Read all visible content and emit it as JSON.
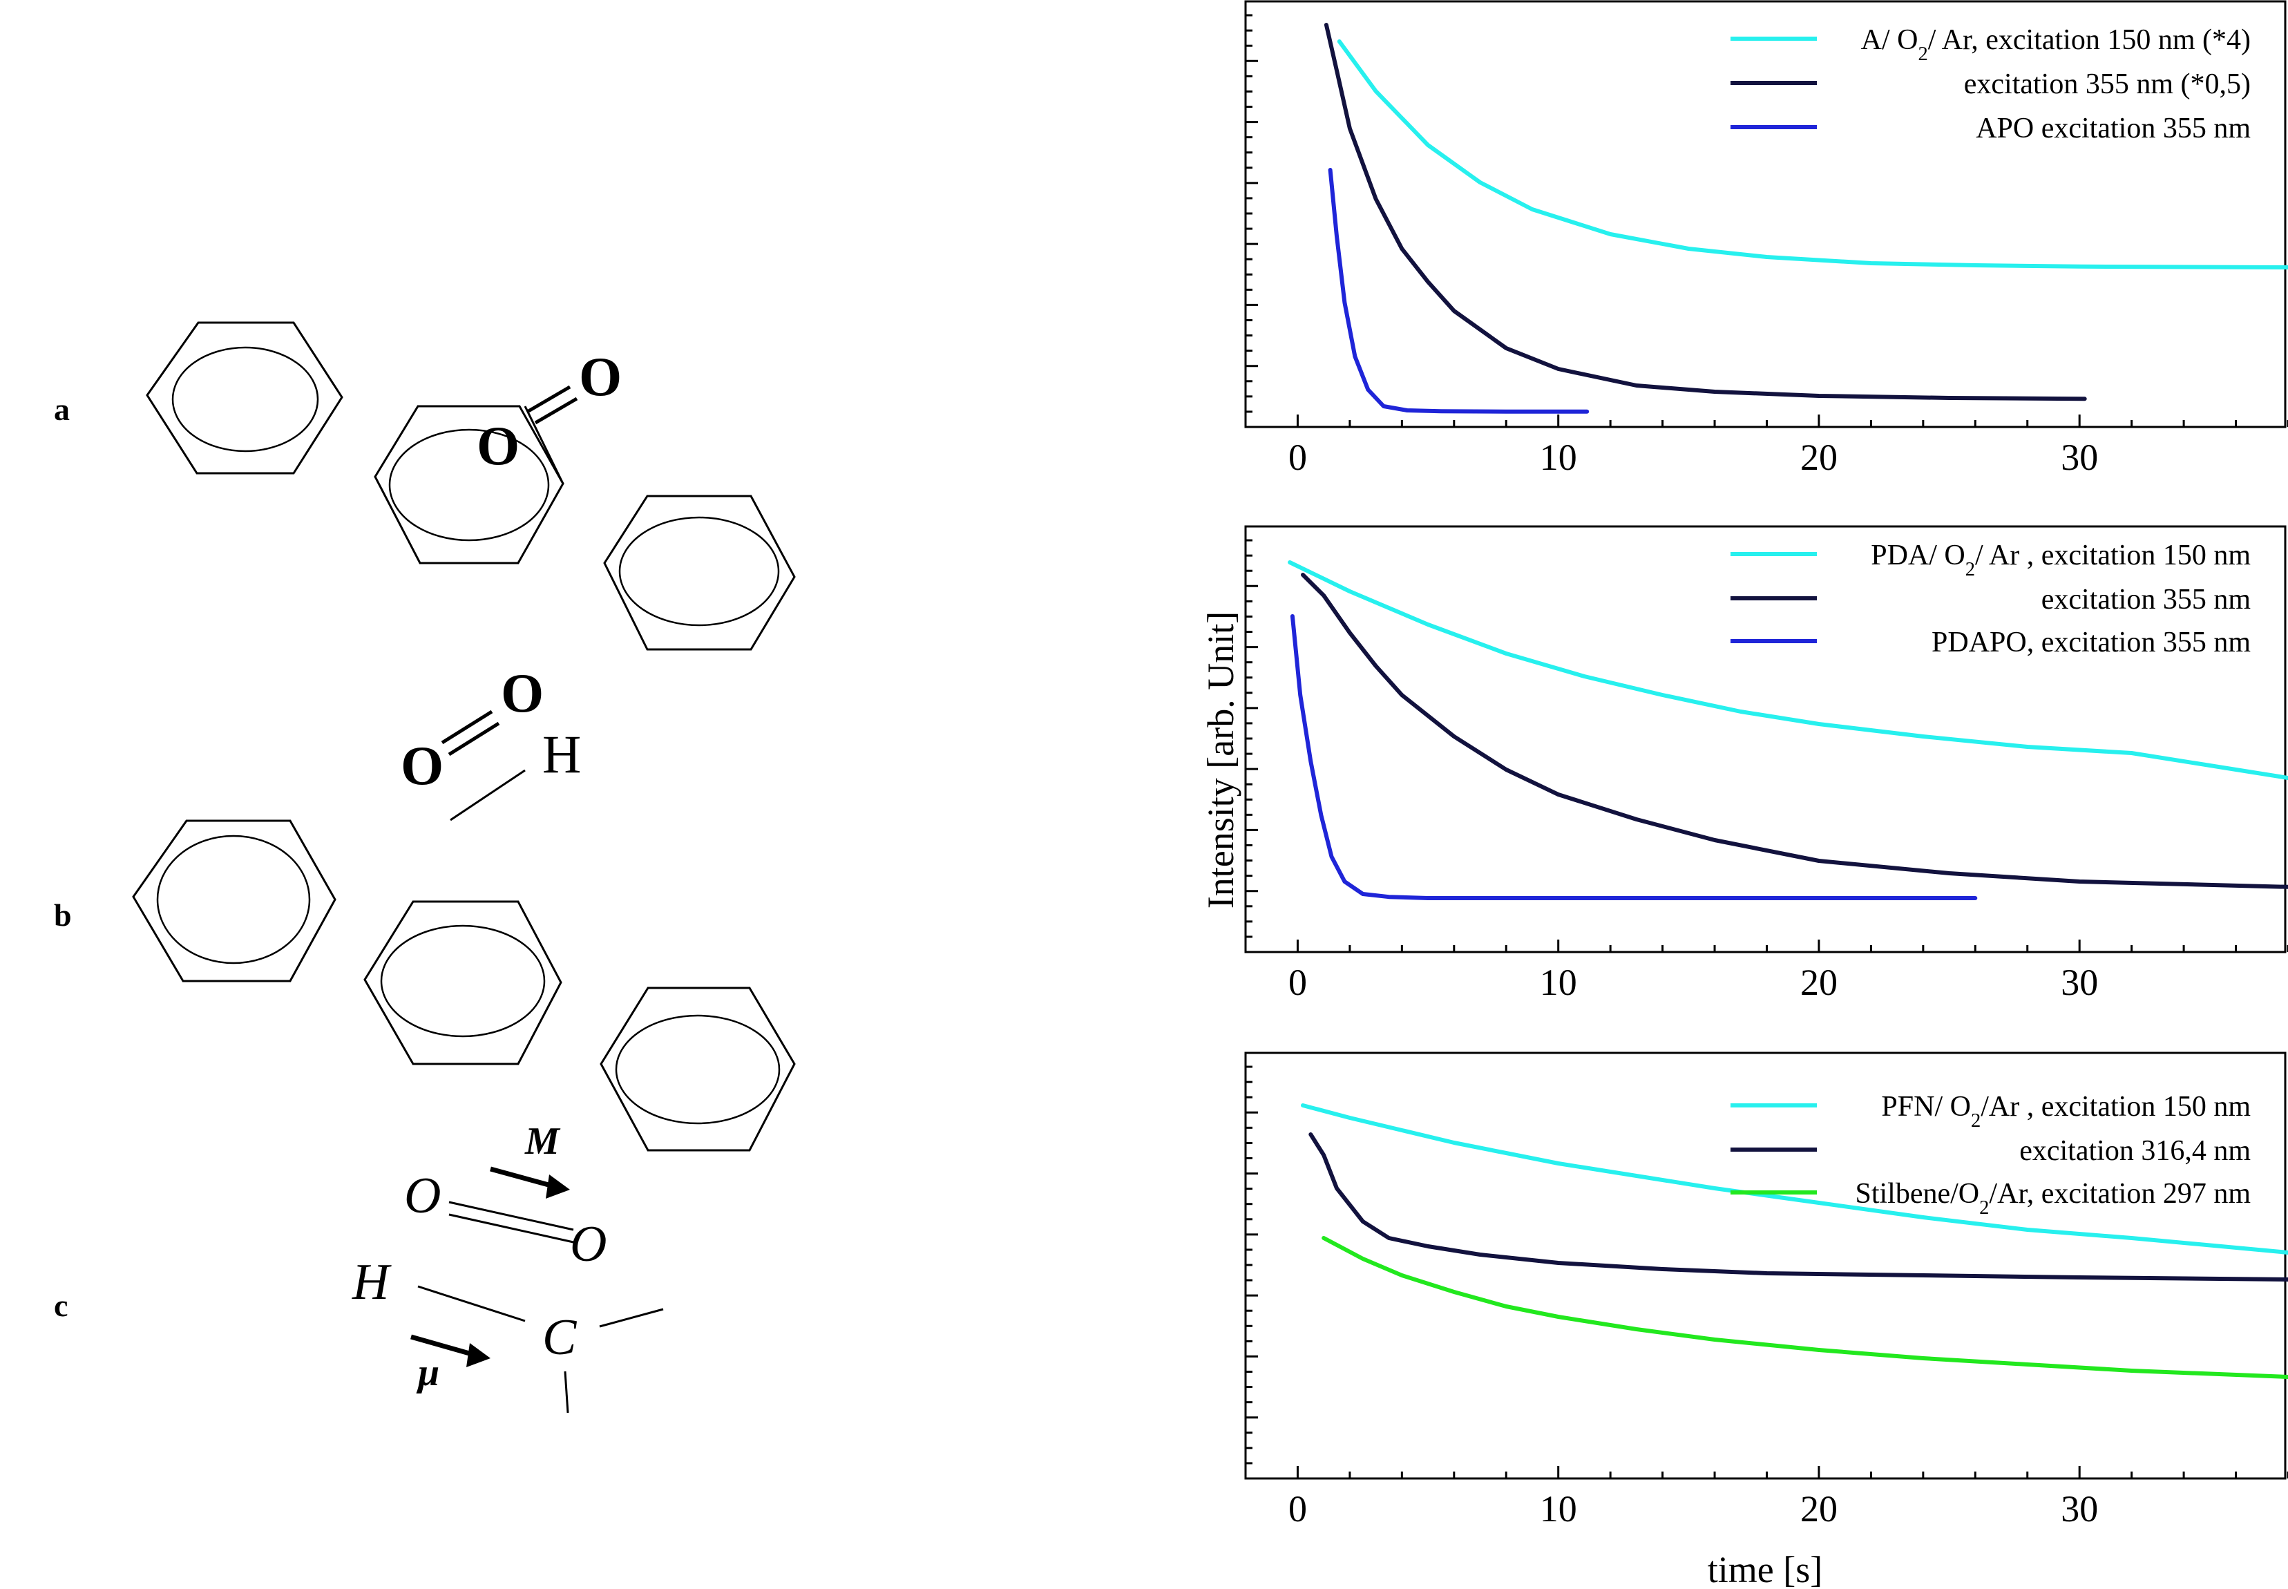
{
  "figure": {
    "panel_labels": {
      "a": "a",
      "b": "b",
      "c": "c"
    },
    "molecules": {
      "a": {
        "atoms": [
          "O",
          "O"
        ]
      },
      "b": {
        "atoms": [
          "O",
          "O",
          "H"
        ]
      },
      "c": {
        "atoms": [
          "O",
          "O",
          "H",
          "C"
        ],
        "vectors": [
          "M",
          "μ"
        ]
      }
    }
  },
  "colors": {
    "cyan": "#27f0ee",
    "navy": "#12123e",
    "blue": "#1f25d8",
    "green": "#22e81e",
    "axis": "#000000"
  },
  "shared_axes": {
    "xlabel": "time [s]",
    "ylabel": "Intensity [arb. Unit]"
  },
  "chart_data": [
    {
      "type": "line",
      "xlim": [
        -2,
        38
      ],
      "ylim": [
        0,
        1.03
      ],
      "xticks": [
        "0",
        "10",
        "20",
        "30"
      ],
      "xtick_values": [
        0,
        10,
        20,
        30
      ],
      "legend_placement": "top-right",
      "series": [
        {
          "name_html": "A/ O<tspan class=\"sub\" baseline-shift=\"sub\">2</tspan>/ Ar, excitation 150 nm (*4)",
          "name_text": "A/ O2/ Ar, excitation 150 nm (*4)",
          "color": "cyan",
          "x": [
            1.6,
            3,
            5,
            7,
            9,
            12,
            15,
            18,
            22,
            26,
            30,
            38
          ],
          "y": [
            0.93,
            0.81,
            0.68,
            0.59,
            0.525,
            0.465,
            0.43,
            0.41,
            0.395,
            0.39,
            0.387,
            0.385
          ]
        },
        {
          "name_html": "excitation 355 nm (*0,5)",
          "name_text": "excitation 355 nm (*0,5)",
          "color": "navy",
          "x": [
            1.1,
            1.5,
            2,
            3,
            4,
            5,
            6,
            8,
            10,
            13,
            16,
            20,
            25,
            30.2
          ],
          "y": [
            0.97,
            0.86,
            0.72,
            0.55,
            0.43,
            0.35,
            0.28,
            0.19,
            0.14,
            0.1,
            0.085,
            0.075,
            0.07,
            0.068
          ]
        },
        {
          "name_html": "APO excitation 355 nm",
          "name_text": "APO excitation 355 nm",
          "color": "blue",
          "x": [
            1.25,
            1.5,
            1.8,
            2.2,
            2.7,
            3.3,
            4.2,
            5.5,
            8,
            11.1
          ],
          "y": [
            0.62,
            0.46,
            0.3,
            0.17,
            0.09,
            0.05,
            0.04,
            0.038,
            0.037,
            0.037
          ]
        }
      ]
    },
    {
      "type": "line",
      "xlim": [
        -2,
        38
      ],
      "ylim": [
        0,
        1.03
      ],
      "xticks": [
        "0",
        "10",
        "20",
        "30"
      ],
      "xtick_values": [
        0,
        10,
        20,
        30
      ],
      "legend_placement": "top-right",
      "series": [
        {
          "name_html": "PDA/ O<tspan class=\"sub\" baseline-shift=\"sub\">2</tspan>/ Ar , excitation 150 nm",
          "name_text": "PDA/ O2/ Ar , excitation 150 nm",
          "color": "cyan",
          "x": [
            -0.3,
            2,
            5,
            8,
            11,
            14,
            17,
            20,
            24,
            28,
            32,
            38
          ],
          "y": [
            0.94,
            0.87,
            0.79,
            0.72,
            0.665,
            0.62,
            0.58,
            0.55,
            0.52,
            0.495,
            0.48,
            0.42
          ]
        },
        {
          "name_html": "excitation 355 nm",
          "name_text": "excitation 355 nm",
          "color": "navy",
          "x": [
            0.2,
            1,
            2,
            3,
            4,
            6,
            8,
            10,
            13,
            16,
            20,
            25,
            30,
            38
          ],
          "y": [
            0.91,
            0.86,
            0.77,
            0.69,
            0.62,
            0.52,
            0.44,
            0.38,
            0.32,
            0.27,
            0.22,
            0.19,
            0.17,
            0.157
          ]
        },
        {
          "name_html": "PDAPO, excitation 355 nm",
          "name_text": "PDAPO, excitation 355 nm",
          "color": "blue",
          "x": [
            -0.2,
            0.1,
            0.5,
            0.9,
            1.3,
            1.8,
            2.5,
            3.5,
            5,
            10,
            18,
            26
          ],
          "y": [
            0.81,
            0.62,
            0.46,
            0.33,
            0.23,
            0.17,
            0.14,
            0.133,
            0.13,
            0.13,
            0.13,
            0.13
          ]
        }
      ]
    },
    {
      "type": "line",
      "xlim": [
        -2,
        38
      ],
      "ylim": [
        0,
        1.03
      ],
      "xticks": [
        "0",
        "10",
        "20",
        "30"
      ],
      "xtick_values": [
        0,
        10,
        20,
        30
      ],
      "xlabel_shown": true,
      "legend_placement": "top-right",
      "series": [
        {
          "name_html": "PFN/ O<tspan class=\"sub\" baseline-shift=\"sub\">2</tspan>/Ar ,  excitation 150 nm",
          "name_text": "PFN/ O2/Ar ,  excitation 150 nm",
          "color": "cyan",
          "x": [
            0.2,
            2,
            4,
            6,
            8,
            10,
            13,
            16,
            20,
            24,
            28,
            32,
            38
          ],
          "y": [
            0.9,
            0.87,
            0.84,
            0.81,
            0.785,
            0.76,
            0.73,
            0.7,
            0.665,
            0.63,
            0.6,
            0.58,
            0.545
          ]
        },
        {
          "name_html": "excitation 316,4 nm",
          "name_text": "excitation 316,4 nm",
          "color": "navy",
          "x": [
            0.5,
            1,
            1.5,
            2.5,
            3.5,
            5,
            7,
            10,
            14,
            18,
            24,
            30,
            38
          ],
          "y": [
            0.83,
            0.78,
            0.7,
            0.62,
            0.58,
            0.56,
            0.54,
            0.52,
            0.505,
            0.495,
            0.49,
            0.485,
            0.48
          ]
        },
        {
          "name_html": "Stilbene/O<tspan class=\"sub\" baseline-shift=\"sub\">2</tspan>/Ar, excitation 297 nm",
          "name_text": "Stilbene/O2/Ar, excitation 297 nm",
          "color": "green",
          "x": [
            1,
            2.5,
            4,
            6,
            8,
            10,
            13,
            16,
            20,
            24,
            28,
            32,
            38
          ],
          "y": [
            0.58,
            0.53,
            0.49,
            0.45,
            0.415,
            0.39,
            0.36,
            0.335,
            0.31,
            0.29,
            0.275,
            0.26,
            0.245
          ]
        }
      ]
    }
  ]
}
